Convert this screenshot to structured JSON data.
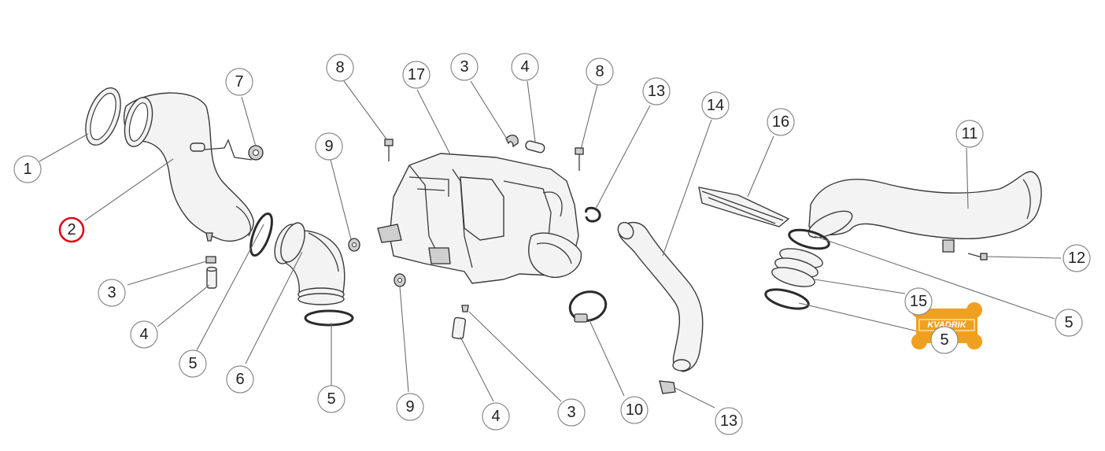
{
  "diagram": {
    "callouts": [
      {
        "id": "c1",
        "label": "1"
      },
      {
        "id": "c2",
        "label": "2",
        "highlighted": true
      },
      {
        "id": "c3a",
        "label": "3"
      },
      {
        "id": "c4a",
        "label": "4"
      },
      {
        "id": "c5a",
        "label": "5"
      },
      {
        "id": "c6",
        "label": "6"
      },
      {
        "id": "c5b",
        "label": "5"
      },
      {
        "id": "c7",
        "label": "7"
      },
      {
        "id": "c9a",
        "label": "9"
      },
      {
        "id": "c9b",
        "label": "9"
      },
      {
        "id": "c8a",
        "label": "8"
      },
      {
        "id": "c17",
        "label": "17"
      },
      {
        "id": "c3b",
        "label": "3"
      },
      {
        "id": "c4b",
        "label": "4"
      },
      {
        "id": "c8b",
        "label": "8"
      },
      {
        "id": "c4c",
        "label": "4"
      },
      {
        "id": "c3c",
        "label": "3"
      },
      {
        "id": "c13a",
        "label": "13"
      },
      {
        "id": "c10",
        "label": "10"
      },
      {
        "id": "c14",
        "label": "14"
      },
      {
        "id": "c13b",
        "label": "13"
      },
      {
        "id": "c16",
        "label": "16"
      },
      {
        "id": "c11",
        "label": "11"
      },
      {
        "id": "c12",
        "label": "12"
      },
      {
        "id": "c15",
        "label": "15"
      },
      {
        "id": "c5c",
        "label": "5"
      },
      {
        "id": "c5d",
        "label": "5"
      }
    ],
    "highlight_color": "#d8101c",
    "watermark": {
      "text": "KVADRIK",
      "color": "#f0a020"
    }
  }
}
